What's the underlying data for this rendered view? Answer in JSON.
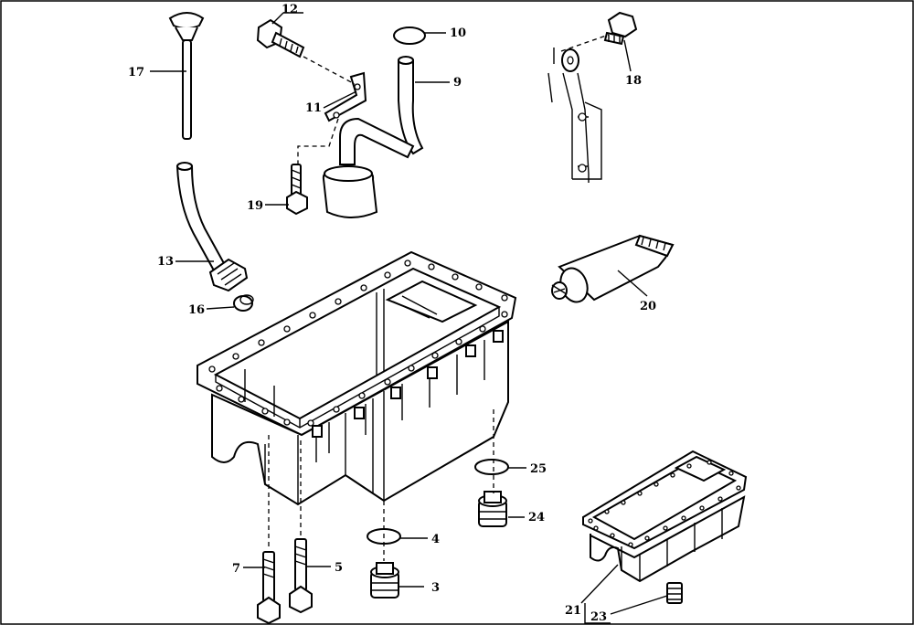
{
  "callouts": {
    "c3": "3",
    "c4": "4",
    "c5": "5",
    "c7": "7",
    "c9": "9",
    "c10": "10",
    "c11": "11",
    "c12": "12",
    "c13": "13",
    "c16": "16",
    "c17": "17",
    "c18": "18",
    "c19": "19",
    "c20": "20",
    "c21": "21",
    "c23": "23",
    "c24": "24",
    "c25": "25"
  }
}
